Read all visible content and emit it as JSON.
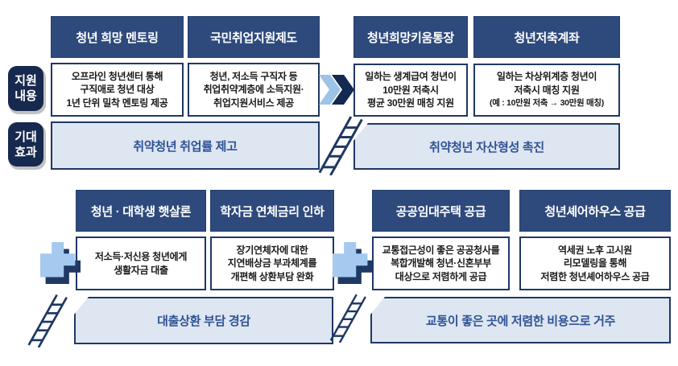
{
  "colors": {
    "header_navy": "#2e4a7c",
    "border_navy": "#1f3864",
    "side_label_navy": "#17294e",
    "effect_fill": "#dee6f2",
    "effect_text": "#2e5395",
    "icon_light_blue": "#9dc3e6",
    "body_text": "#1a1a1a"
  },
  "icons": {
    "chevron": "double-chevron-right",
    "plus": "plus",
    "ladder": "ladder"
  },
  "side_labels": {
    "support": {
      "line1": "지원",
      "line2": "내용"
    },
    "effect": {
      "line1": "기대",
      "line2": "효과"
    }
  },
  "top": {
    "columns": [
      {
        "header": "청년 희망 멘토링",
        "lines": [
          "오프라인 청년센터 통해",
          "구직애로 청년 대상",
          "1년 단위 밀착 멘토링 제공"
        ]
      },
      {
        "header": "국민취업지원제도",
        "lines": [
          "청년, 저소득 구직자 등",
          "취업취약계층에 소득지원·",
          "취업지원서비스 제공"
        ]
      },
      {
        "header": "청년희망키움통장",
        "lines": [
          "일하는 생계급여 청년이",
          "10만원 저축시",
          "평균 30만원 매칭 지원"
        ]
      },
      {
        "header": "청년저축계좌",
        "lines": [
          "일하는 차상위계층 청년이",
          "저축시 매칭 지원",
          "(예 : 10만원 저축 → 30만원 매칭)"
        ]
      }
    ],
    "effect_left": "취약청년 취업률 제고",
    "effect_right": "취약청년 자산형성 촉진"
  },
  "bottom": {
    "columns": [
      {
        "header": "청년 · 대학생 햇살론",
        "lines": [
          "저소득·저신용 청년에게",
          "생활자금 대출"
        ]
      },
      {
        "header": "학자금 연체금리 인하",
        "lines": [
          "장기연체자에 대한",
          "지연배상금 부과체계를",
          "개편해 상환부담 완화"
        ]
      },
      {
        "header": "공공임대주택 공급",
        "lines": [
          "교통접근성이 좋은 공공청사를",
          "복합개발해 청년·신혼부부",
          "대상으로 저렴하게 공급"
        ]
      },
      {
        "header": "청년셰어하우스 공급",
        "lines": [
          "역세권 노후 고시원",
          "리모델링을 통해",
          "저렴한 청년셰어하우스 공급"
        ]
      }
    ],
    "effect_left": "대출상환 부담 경감",
    "effect_right": "교통이 좋은 곳에 저렴한 비용으로 거주"
  }
}
